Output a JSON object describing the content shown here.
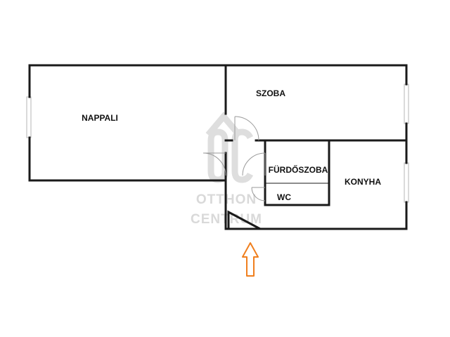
{
  "rooms": {
    "nappali": "NAPPALI",
    "szoba": "SZOBA",
    "furdoszoba": "FÜRDŐSZOBA",
    "konyha": "KONYHA",
    "wc": "WC"
  },
  "watermark": {
    "brand_line1": "OTTHON",
    "brand_line2": "CENTRUM",
    "color": "#d9d9d9"
  },
  "entrance_arrow": {
    "icon": "entrance-arrow-icon",
    "color": "#f07f1e"
  }
}
